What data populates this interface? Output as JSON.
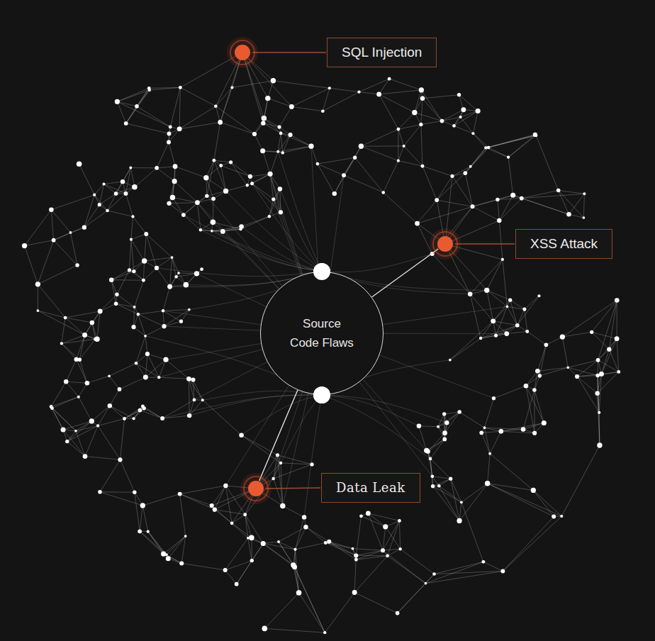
{
  "diagram": {
    "nodes": [
      {
        "text": [
          "Source Code Flaws"
        ]
      },
      {
        "text": [
          "SQL Injection"
        ]
      },
      {
        "text": [
          "XSS Attack"
        ]
      },
      {
        "text": [
          "Data Leak"
        ]
      }
    ]
  }
}
